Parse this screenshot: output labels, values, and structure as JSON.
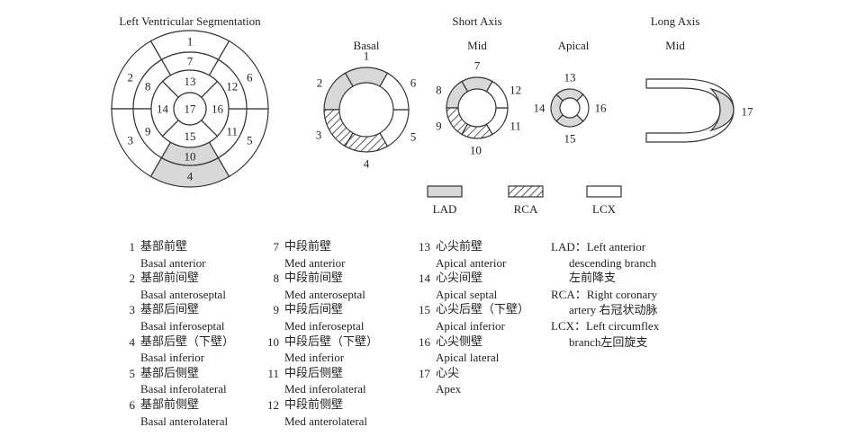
{
  "headers": {
    "left": "Left Ventricular Segmentation",
    "short_axis": "Short Axis",
    "long_axis": "Long Axis"
  },
  "views": {
    "basal": "Basal",
    "mid": "Mid",
    "apical": "Apical",
    "long_mid": "Mid"
  },
  "colors": {
    "LAD": "#d8d8d8",
    "RCA": "hatched",
    "LCX": "#ffffff",
    "stroke": "#333333"
  },
  "bullseye_numbers": [
    "1",
    "2",
    "3",
    "4",
    "5",
    "6",
    "7",
    "8",
    "9",
    "10",
    "11",
    "12",
    "13",
    "14",
    "15",
    "16",
    "17"
  ],
  "basal_numbers": [
    "1",
    "2",
    "3",
    "4",
    "5",
    "6"
  ],
  "mid_numbers": [
    "7",
    "8",
    "9",
    "10",
    "11",
    "12"
  ],
  "apical_numbers": [
    "13",
    "14",
    "15",
    "16"
  ],
  "long_axis_number": "17",
  "key": [
    {
      "label": "LAD",
      "fill": "LAD"
    },
    {
      "label": "RCA",
      "fill": "RCA"
    },
    {
      "label": "LCX",
      "fill": "LCX"
    }
  ],
  "segments": [
    {
      "n": "1",
      "zh": "基部前壁",
      "en": "Basal anterior"
    },
    {
      "n": "2",
      "zh": "基部前间壁",
      "en": "Basal anteroseptal"
    },
    {
      "n": "3",
      "zh": "基部后间壁",
      "en": "Basal inferoseptal"
    },
    {
      "n": "4",
      "zh": "基部后壁（下壁）",
      "en": "Basal inferior"
    },
    {
      "n": "5",
      "zh": "基部后侧壁",
      "en": "Basal inferolateral"
    },
    {
      "n": "6",
      "zh": "基部前侧壁",
      "en": "Basal anterolateral"
    },
    {
      "n": "7",
      "zh": "中段前壁",
      "en": "Med anterior"
    },
    {
      "n": "8",
      "zh": "中段前间壁",
      "en": "Med anteroseptal"
    },
    {
      "n": "9",
      "zh": "中段后间壁",
      "en": "Med inferoseptal"
    },
    {
      "n": "10",
      "zh": "中段后壁（下壁）",
      "en": "Med inferior"
    },
    {
      "n": "11",
      "zh": "中段后侧壁",
      "en": "Med inferolateral"
    },
    {
      "n": "12",
      "zh": "中段前侧壁",
      "en": "Med anterolateral"
    },
    {
      "n": "13",
      "zh": "心尖前壁",
      "en": "Apical anterior"
    },
    {
      "n": "14",
      "zh": "心尖间壁",
      "en": "Apical septal"
    },
    {
      "n": "15",
      "zh": "心尖后壁（下壁）",
      "en": "Apical inferior"
    },
    {
      "n": "16",
      "zh": "心尖侧壁",
      "en": "Apical lateral"
    },
    {
      "n": "17",
      "zh": "心尖",
      "en": "Apex"
    }
  ],
  "abbreviations": [
    {
      "lines": [
        "LAD：Left anterior",
        "descending branch",
        "左前降支"
      ]
    },
    {
      "lines": [
        "RCA：Right coronary",
        "artery 右冠状动脉"
      ]
    },
    {
      "lines": [
        "LCX：Left circumflex",
        "branch左回旋支"
      ]
    }
  ]
}
